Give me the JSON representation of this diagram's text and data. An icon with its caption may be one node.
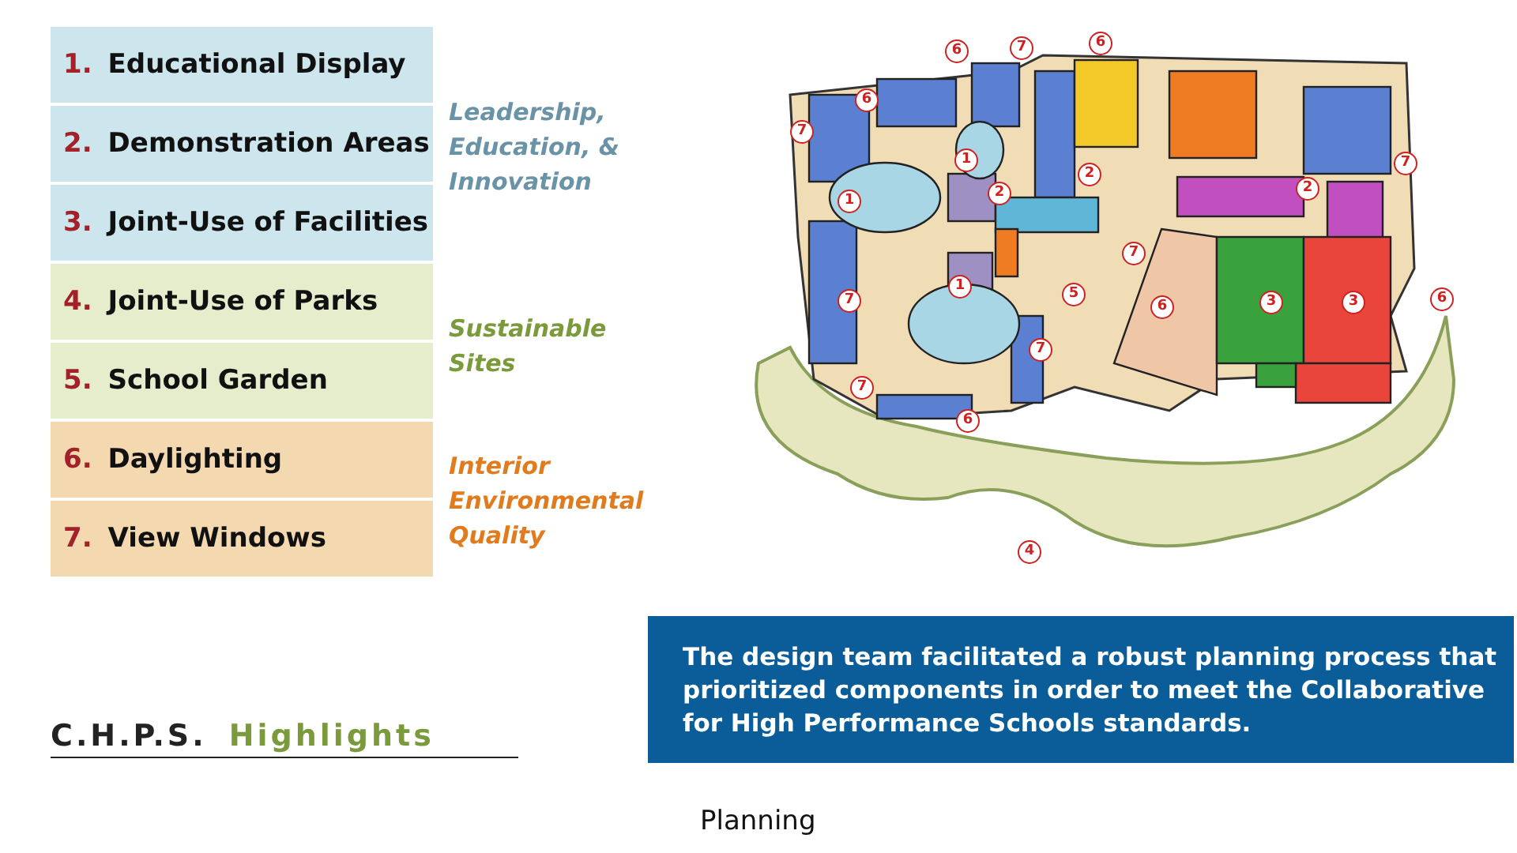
{
  "diagram": {
    "caption": "Planning",
    "nodes": [
      {
        "text": [
          "1.",
          "Educational Display"
        ]
      },
      {
        "text": [
          "2.",
          "Demonstration Areas"
        ]
      },
      {
        "text": [
          "3.",
          "Joint-Use of Facilities"
        ]
      },
      {
        "text": [
          "4.",
          "Joint-Use of Parks"
        ]
      },
      {
        "text": [
          "5.",
          "School Garden"
        ]
      },
      {
        "text": [
          "6.",
          "Daylighting"
        ]
      },
      {
        "text": [
          "7.",
          "View Windows"
        ]
      },
      {
        "text": [
          "The design team facilitated a robust planning process that prioritized components in order to meet the Collaborative for High Performance Schools standards."
        ]
      }
    ],
    "labels": [
      "Leadership, Education, & Innovation",
      "Sustainable Sites",
      "Interior Environmental Quality",
      "6",
      "7",
      "6",
      "6",
      "7",
      "1",
      "2",
      "1",
      "2",
      "2",
      "7",
      "7",
      "7",
      "1",
      "5",
      "6",
      "3",
      "3",
      "6",
      "7",
      "7",
      "6",
      "4",
      "C.H.P.S.",
      "Highlights"
    ]
  }
}
